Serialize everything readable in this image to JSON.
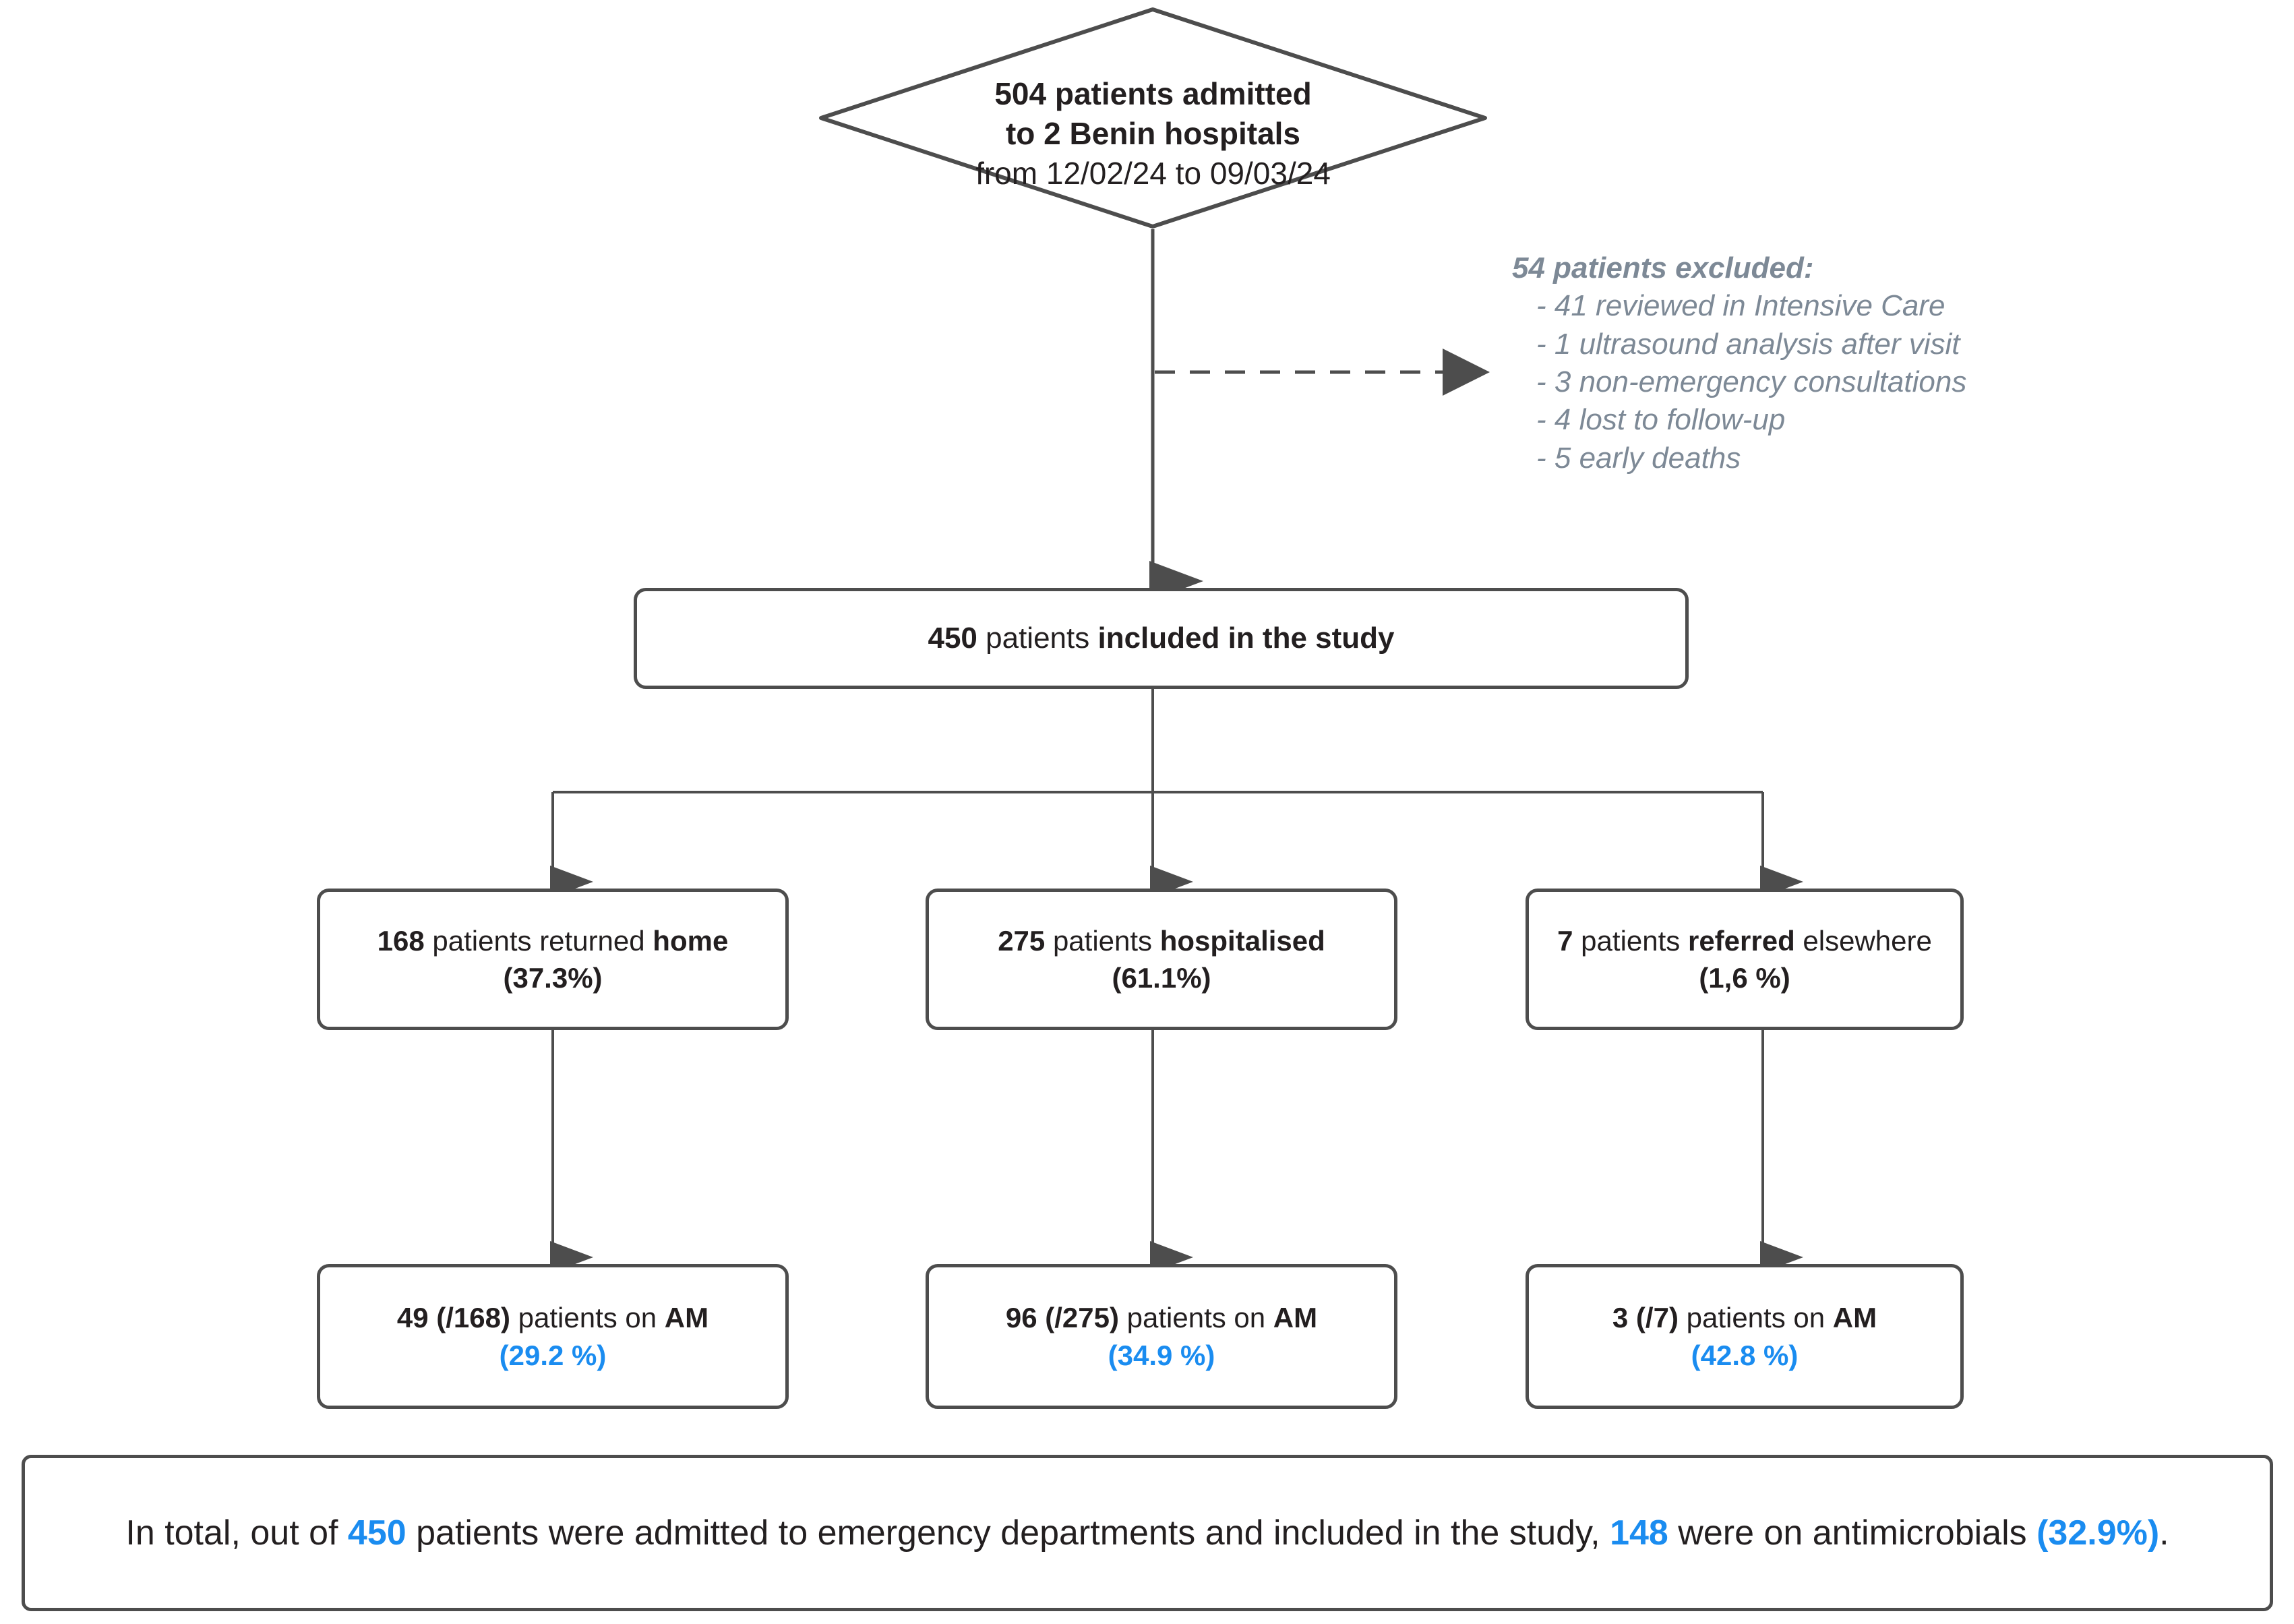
{
  "theme": {
    "stroke": "#4d4d4d",
    "text": "#231f20",
    "accent_blue": "#1a8cf0",
    "note_gray": "#7d8996",
    "background": "#ffffff"
  },
  "chart_data": {
    "type": "diagram",
    "title": "Patient inclusion and antimicrobial use flow diagram",
    "nodes": [
      {
        "id": "admitted",
        "shape": "diamond",
        "value": 504,
        "label": "504 patients admitted to 2 Benin hospitals from 12/02/24 to 09/03/24"
      },
      {
        "id": "excluded",
        "shape": "note",
        "value": 54,
        "label": "54 patients excluded"
      },
      {
        "id": "included",
        "shape": "box",
        "value": 450,
        "label": "450 patients included in the study"
      },
      {
        "id": "home",
        "shape": "box",
        "value": 168,
        "percent": 37.3,
        "label": "168 patients returned home (37.3%)"
      },
      {
        "id": "hospitalised",
        "shape": "box",
        "value": 275,
        "percent": 61.1,
        "label": "275 patients hospitalised (61.1%)"
      },
      {
        "id": "referred",
        "shape": "box",
        "value": 7,
        "percent": 1.6,
        "label": "7 patients referred elsewhere (1,6 %)"
      },
      {
        "id": "am-home",
        "shape": "box",
        "value": 49,
        "denominator": 168,
        "percent": 29.2,
        "label": "49 (/168) patients on AM (29.2 %)"
      },
      {
        "id": "am-hosp",
        "shape": "box",
        "value": 96,
        "denominator": 275,
        "percent": 34.9,
        "label": "96 (/275) patients on AM (34.9 %)"
      },
      {
        "id": "am-ref",
        "shape": "box",
        "value": 3,
        "denominator": 7,
        "percent": 42.8,
        "label": "3 (/7) patients on AM (42.8 %)"
      },
      {
        "id": "summary",
        "shape": "box",
        "value": 148,
        "percent": 32.9,
        "label": "In total, out of 450 patients were admitted to emergency departments and included in the study, 148 were on antimicrobials (32.9%)."
      }
    ],
    "edges": [
      {
        "from": "admitted",
        "to": "included",
        "style": "solid"
      },
      {
        "from": "admitted",
        "to": "excluded",
        "style": "dashed"
      },
      {
        "from": "included",
        "to": "home",
        "style": "solid"
      },
      {
        "from": "included",
        "to": "hospitalised",
        "style": "solid"
      },
      {
        "from": "included",
        "to": "referred",
        "style": "solid"
      },
      {
        "from": "home",
        "to": "am-home",
        "style": "solid"
      },
      {
        "from": "hospitalised",
        "to": "am-hosp",
        "style": "solid"
      },
      {
        "from": "referred",
        "to": "am-ref",
        "style": "solid"
      }
    ]
  },
  "diamond": {
    "line1": "504 patients admitted",
    "line2": "to 2 Benin hospitals",
    "line3": "from 12/02/24 to 09/03/24"
  },
  "exclusion": {
    "heading": "54 patients excluded:",
    "items": [
      "- 41 reviewed in Intensive Care",
      "- 1 ultrasound analysis after visit",
      "- 3 non-emergency consultations",
      "- 4 lost to follow-up",
      "- 5 early deaths"
    ]
  },
  "included": {
    "count": "450",
    "mid": " patients ",
    "tail": "included in the study"
  },
  "outcomes": [
    {
      "id": "home",
      "count": "168",
      "mid": " patients returned ",
      "emphasis": "home",
      "percent": "(37.3%)"
    },
    {
      "id": "hospitalised",
      "count": "275",
      "mid": " patients ",
      "emphasis": "hospitalised",
      "percent": "(61.1%)"
    },
    {
      "id": "referred",
      "count": "7",
      "mid": " patients ",
      "emphasis": "referred",
      "tail": " elsewhere",
      "percent": "(1,6 %)"
    }
  ],
  "antimicrobials": [
    {
      "id": "am-home",
      "count": "49 (/168)",
      "mid": " patients on ",
      "emphasis": "AM",
      "percent": "(29.2 %)"
    },
    {
      "id": "am-hosp",
      "count": "96 (/275)",
      "mid": " patients on ",
      "emphasis": "AM",
      "percent": "(34.9 %)"
    },
    {
      "id": "am-ref",
      "count": "3 (/7)",
      "mid": " patients on ",
      "emphasis": "AM",
      "percent": "(42.8 %)"
    }
  ],
  "summary": {
    "part1": "In total, out of ",
    "total": "450",
    "part2": " patients were admitted to emergency departments and included in the study, ",
    "on_am": "148",
    "part3": " were on antimicrobials ",
    "percent": "(32.9%)",
    "part4": "."
  }
}
